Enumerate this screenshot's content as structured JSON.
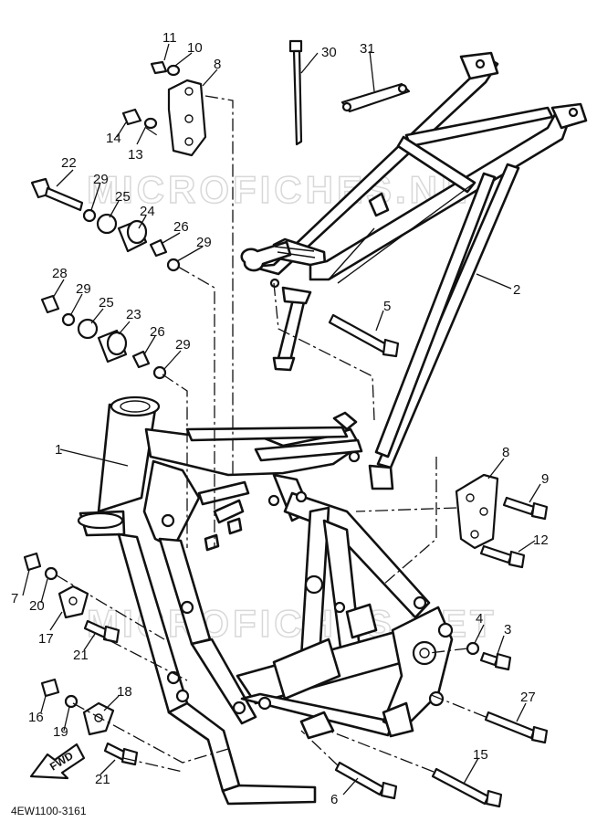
{
  "watermarks": [
    "MICROFICHES.NET",
    "MICROFICHES.NET"
  ],
  "diagram_code": "4EW1100-3161",
  "fwd_label": "FWD",
  "parts": [
    {
      "ref": "1"
    },
    {
      "ref": "2"
    },
    {
      "ref": "3"
    },
    {
      "ref": "4"
    },
    {
      "ref": "5"
    },
    {
      "ref": "6"
    },
    {
      "ref": "7"
    },
    {
      "ref": "8"
    },
    {
      "ref": "8"
    },
    {
      "ref": "9"
    },
    {
      "ref": "10"
    },
    {
      "ref": "11"
    },
    {
      "ref": "12"
    },
    {
      "ref": "13"
    },
    {
      "ref": "14"
    },
    {
      "ref": "15"
    },
    {
      "ref": "16"
    },
    {
      "ref": "17"
    },
    {
      "ref": "18"
    },
    {
      "ref": "19"
    },
    {
      "ref": "20"
    },
    {
      "ref": "21"
    },
    {
      "ref": "21"
    },
    {
      "ref": "22"
    },
    {
      "ref": "23"
    },
    {
      "ref": "24"
    },
    {
      "ref": "25"
    },
    {
      "ref": "25"
    },
    {
      "ref": "26"
    },
    {
      "ref": "26"
    },
    {
      "ref": "27"
    },
    {
      "ref": "28"
    },
    {
      "ref": "29"
    },
    {
      "ref": "29"
    },
    {
      "ref": "29"
    },
    {
      "ref": "29"
    },
    {
      "ref": "30"
    },
    {
      "ref": "31"
    }
  ]
}
